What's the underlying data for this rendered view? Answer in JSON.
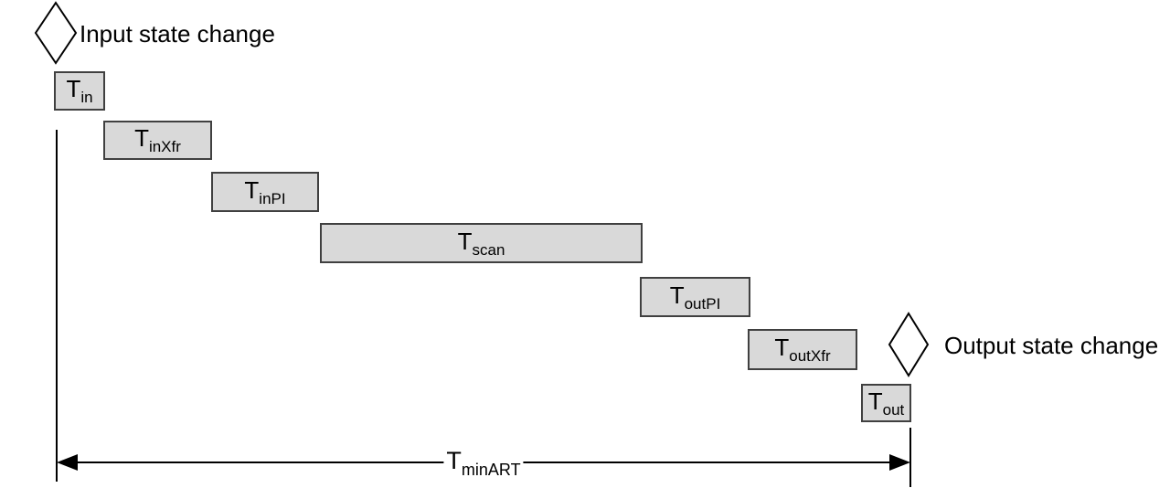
{
  "diagram": {
    "markers": {
      "input": {
        "label": "Input state change",
        "shape": "diamond"
      },
      "output": {
        "label": "Output state change",
        "shape": "diamond"
      }
    },
    "stages": [
      {
        "main": "T",
        "sub": "in"
      },
      {
        "main": "T",
        "sub": "inXfr"
      },
      {
        "main": "T",
        "sub": "inPI"
      },
      {
        "main": "T",
        "sub": "scan"
      },
      {
        "main": "T",
        "sub": "outPI"
      },
      {
        "main": "T",
        "sub": "outXfr"
      },
      {
        "main": "T",
        "sub": "out"
      }
    ],
    "total": {
      "main": "T",
      "sub": "minART"
    },
    "colors": {
      "background": "#ffffff",
      "box_fill": "#d9d9d9",
      "box_border": "#404040",
      "line": "#000000",
      "text": "#000000"
    }
  }
}
